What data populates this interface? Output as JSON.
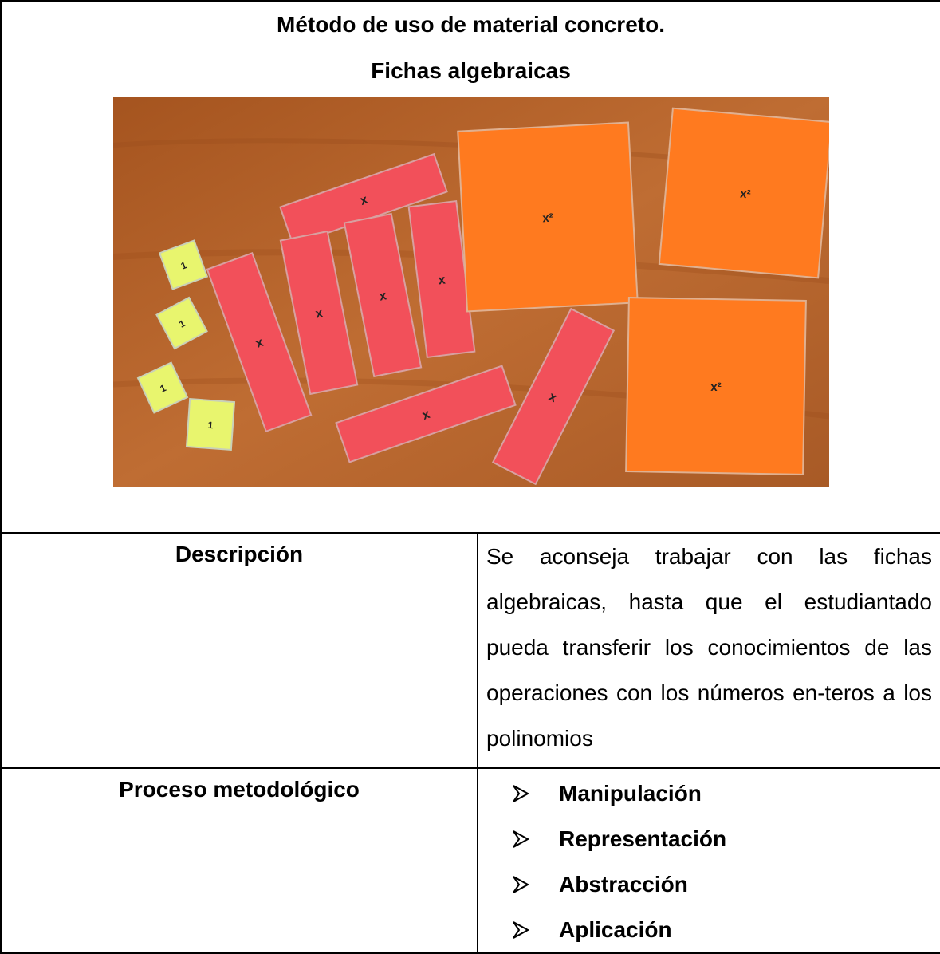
{
  "header": {
    "title_line1": "Método de uso de material concreto.",
    "title_line2": "Fichas algebraicas"
  },
  "photo": {
    "tiles": {
      "unit": "1",
      "bar": "x",
      "square": "x²"
    },
    "colors": {
      "table": "#b5652a",
      "unit": "#e8f56e",
      "bar": "#f2505a",
      "square": "#ff7a1f"
    }
  },
  "rows": {
    "description_label": "Descripción",
    "description_text": "Se aconseja trabajar con las fichas algebraicas, hasta que el estudiantado pueda transferir los conocimientos de las operaciones con los números en-teros a los polinomios",
    "process_label": "Proceso metodológico",
    "process_steps": [
      "Manipulación",
      "Representación",
      "Abstracción",
      "Aplicación"
    ]
  }
}
